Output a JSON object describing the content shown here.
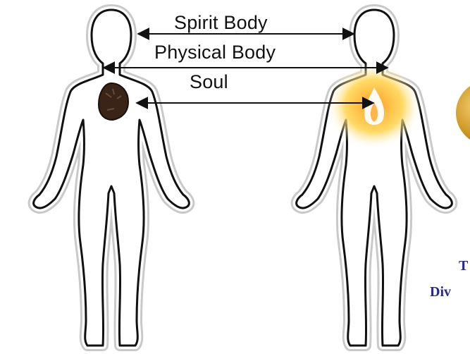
{
  "labels": {
    "spirit": "Spirit Body",
    "physical": "Physical Body",
    "soul": "Soul"
  },
  "captions": {
    "line1": "T",
    "line2": "Div"
  },
  "colors": {
    "outline": "#111111",
    "outer_glow": "#bfbfbf",
    "arrow": "#111111",
    "dark_soul": "#3a2418",
    "glow_core": "#ff9a1f",
    "glow_outer": "#ffd34a",
    "flame": "#ffffff",
    "caption": "#2a2a8a",
    "orb": "#c8901a"
  },
  "icons": {
    "dark_soul": "dark-soul-blob",
    "glowing_soul": "flame-glow",
    "orb": "golden-orb"
  }
}
